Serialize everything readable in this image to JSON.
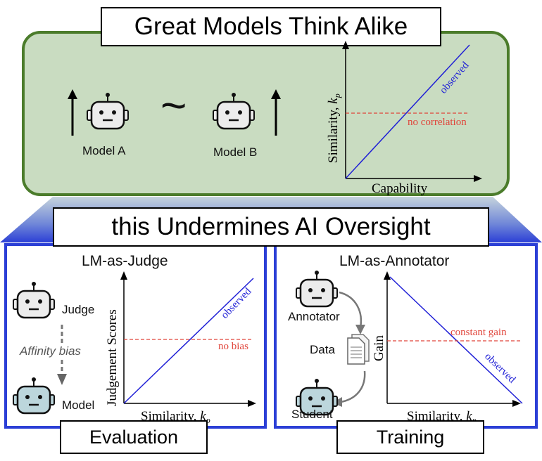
{
  "top": {
    "title": "Great Models Think Alike",
    "model_a": "Model A",
    "model_b": "Model B",
    "tilde": "~",
    "chart": {
      "xlabel": "Capability",
      "ylabel_main": "Similarity,",
      "ylabel_var": "k",
      "ylabel_sub": "p",
      "observed": "observed",
      "baseline": "no correlation"
    }
  },
  "middle": {
    "title": "this Undermines AI Oversight"
  },
  "left": {
    "heading": "LM-as-Judge",
    "judge": "Judge",
    "bias": "Affinity bias",
    "model": "Model",
    "chart": {
      "ylabel": "Judgement Scores",
      "xlabel_main": "Similarity,",
      "xlabel_var": "k",
      "xlabel_sub": "p",
      "observed": "observed",
      "baseline": "no bias"
    },
    "footer": "Evaluation"
  },
  "right": {
    "heading": "LM-as-Annotator",
    "annotator": "Annotator",
    "data": "Data",
    "student": "Student",
    "chart": {
      "ylabel": "Gain",
      "xlabel_main": "Similarity,",
      "xlabel_var": "k",
      "xlabel_sub": "p",
      "observed": "observed",
      "baseline": "constant gain"
    },
    "footer": "Training"
  },
  "colors": {
    "panel_green": "#c9dcc1",
    "panel_green_border": "#4b7c2b",
    "panel_blue_border": "#2b3fd6",
    "observed_line": "#1f1fd6",
    "baseline_line": "#e0443a",
    "robot_gray": "#ececec",
    "robot_blue": "#bcd6dc"
  }
}
